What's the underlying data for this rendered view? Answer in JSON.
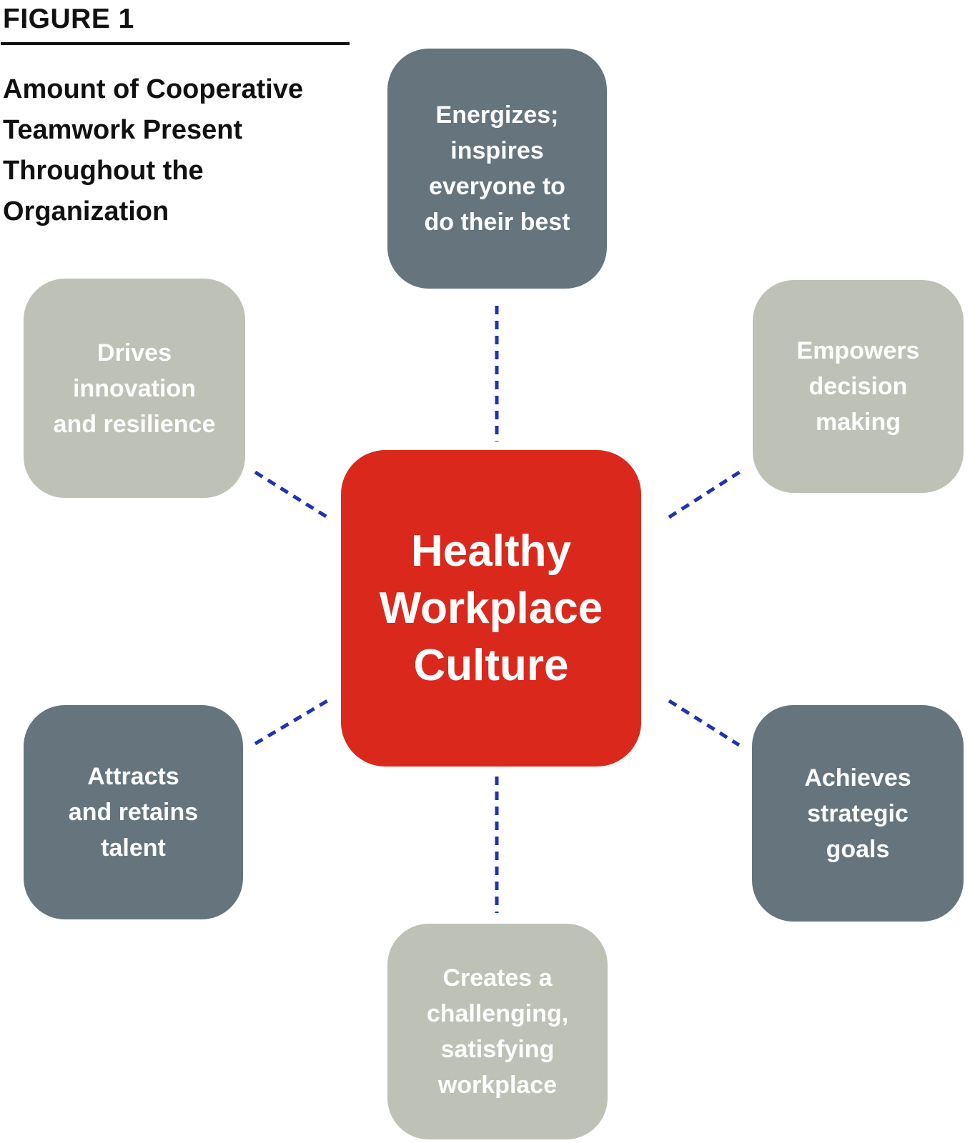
{
  "figure": {
    "label": "FIGURE 1",
    "title": "Amount of Cooperative\nTeamwork Present\nThroughout the\nOrganization"
  },
  "center": {
    "label": "Healthy\nWorkplace\nCulture"
  },
  "nodes": [
    {
      "id": "energizes",
      "label": "Energizes;\ninspires\neveryone to\ndo their best",
      "tone": "slate"
    },
    {
      "id": "empowers",
      "label": "Empowers\ndecision\nmaking",
      "tone": "sage"
    },
    {
      "id": "achieves",
      "label": "Achieves\nstrategic\ngoals",
      "tone": "slate"
    },
    {
      "id": "creates",
      "label": "Creates a\nchallenging,\nsatisfying\nworkplace",
      "tone": "sage"
    },
    {
      "id": "attracts",
      "label": "Attracts\nand retains\ntalent",
      "tone": "slate"
    },
    {
      "id": "drives",
      "label": "Drives\ninnovation\nand resilience",
      "tone": "sage"
    }
  ],
  "colors": {
    "center_red": "#da291c",
    "slate": "#65747d",
    "sage": "#bec1b6",
    "connector_blue": "#2033b2",
    "text_white": "#ffffff",
    "heading_black": "#111111"
  }
}
